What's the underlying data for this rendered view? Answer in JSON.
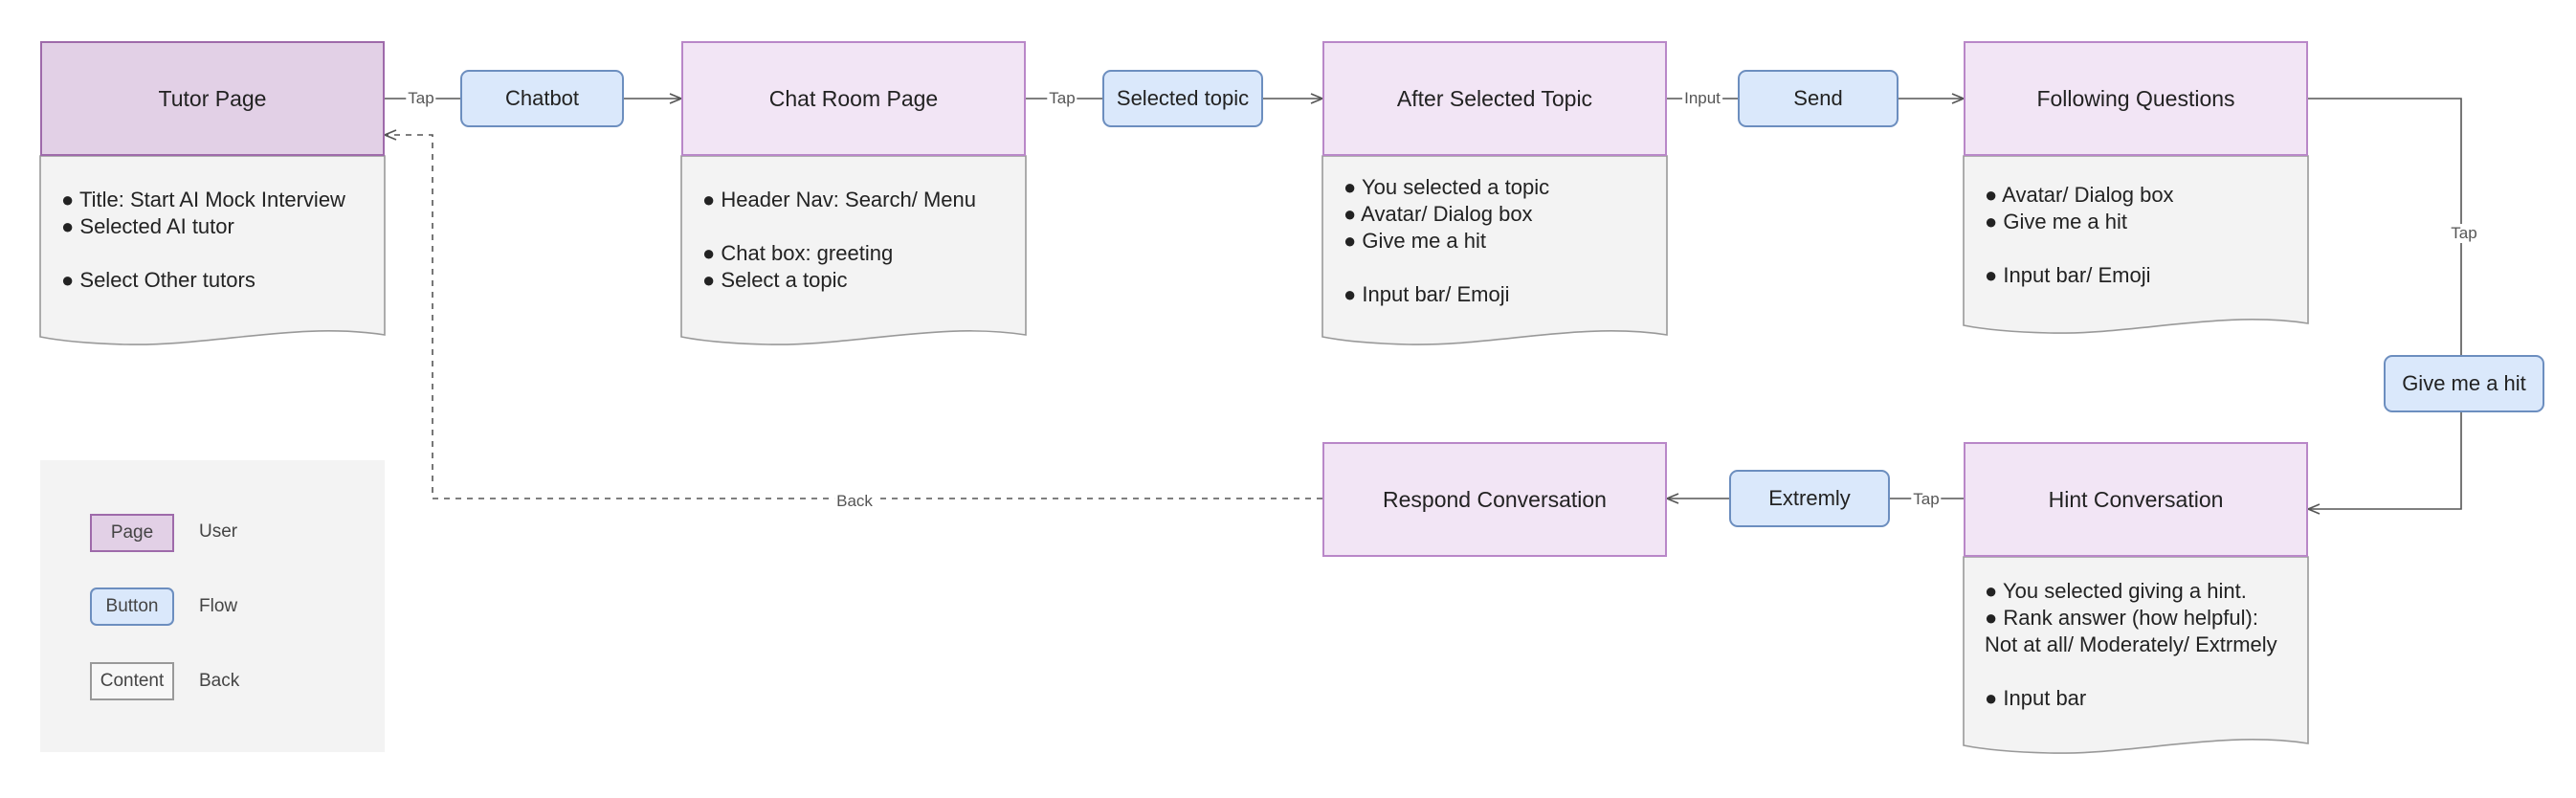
{
  "nodes": {
    "tutor_page": "Tutor Page",
    "chat_room_page": "Chat Room Page",
    "after_selected_topic": "After Selected Topic",
    "following_questions": "Following Questions",
    "hint_conversation": "Hint Conversation",
    "respond_conversation": "Respond Conversation"
  },
  "buttons": {
    "chatbot": "Chatbot",
    "selected_topic": "Selected topic",
    "send": "Send",
    "give_me_a_hit": "Give me a hit",
    "extremly": "Extremly"
  },
  "contents": {
    "tutor_page": [
      "● Title: Start AI Mock Interview",
      "● Selected AI tutor",
      "",
      "● Select Other tutors"
    ],
    "chat_room_page": [
      "● Header Nav: Search/ Menu",
      "",
      "● Chat box: greeting",
      "● Select a topic"
    ],
    "after_selected_topic": [
      "● You selected a topic",
      "● Avatar/ Dialog box",
      "● Give me a hit",
      "",
      "● Input bar/ Emoji"
    ],
    "following_questions": [
      "● Avatar/ Dialog box",
      "● Give me a hit",
      "",
      "● Input bar/ Emoji"
    ],
    "hint_conversation": [
      "● You selected giving a hint.",
      "● Rank answer (how helpful):",
      "Not at all/ Moderately/ Extrmely",
      "",
      "● Input bar"
    ]
  },
  "edge_labels": {
    "tap_1": "Tap",
    "tap_2": "Tap",
    "input": "Input",
    "tap_3": "Tap",
    "tap_4": "Tap",
    "back": "Back"
  },
  "legend": {
    "page": "Page",
    "button": "Button",
    "content": "Content",
    "user": "User",
    "flow": "Flow",
    "back": "Back"
  },
  "colors": {
    "page_fill": "#f2e5f5",
    "page_fill_start": "#e2d0e6",
    "page_border": "#b987c8",
    "button_fill": "#dae8fb",
    "button_border": "#6c8ebf",
    "content_fill": "#f3f3f3",
    "content_border": "#999999",
    "edge": "#555555"
  }
}
